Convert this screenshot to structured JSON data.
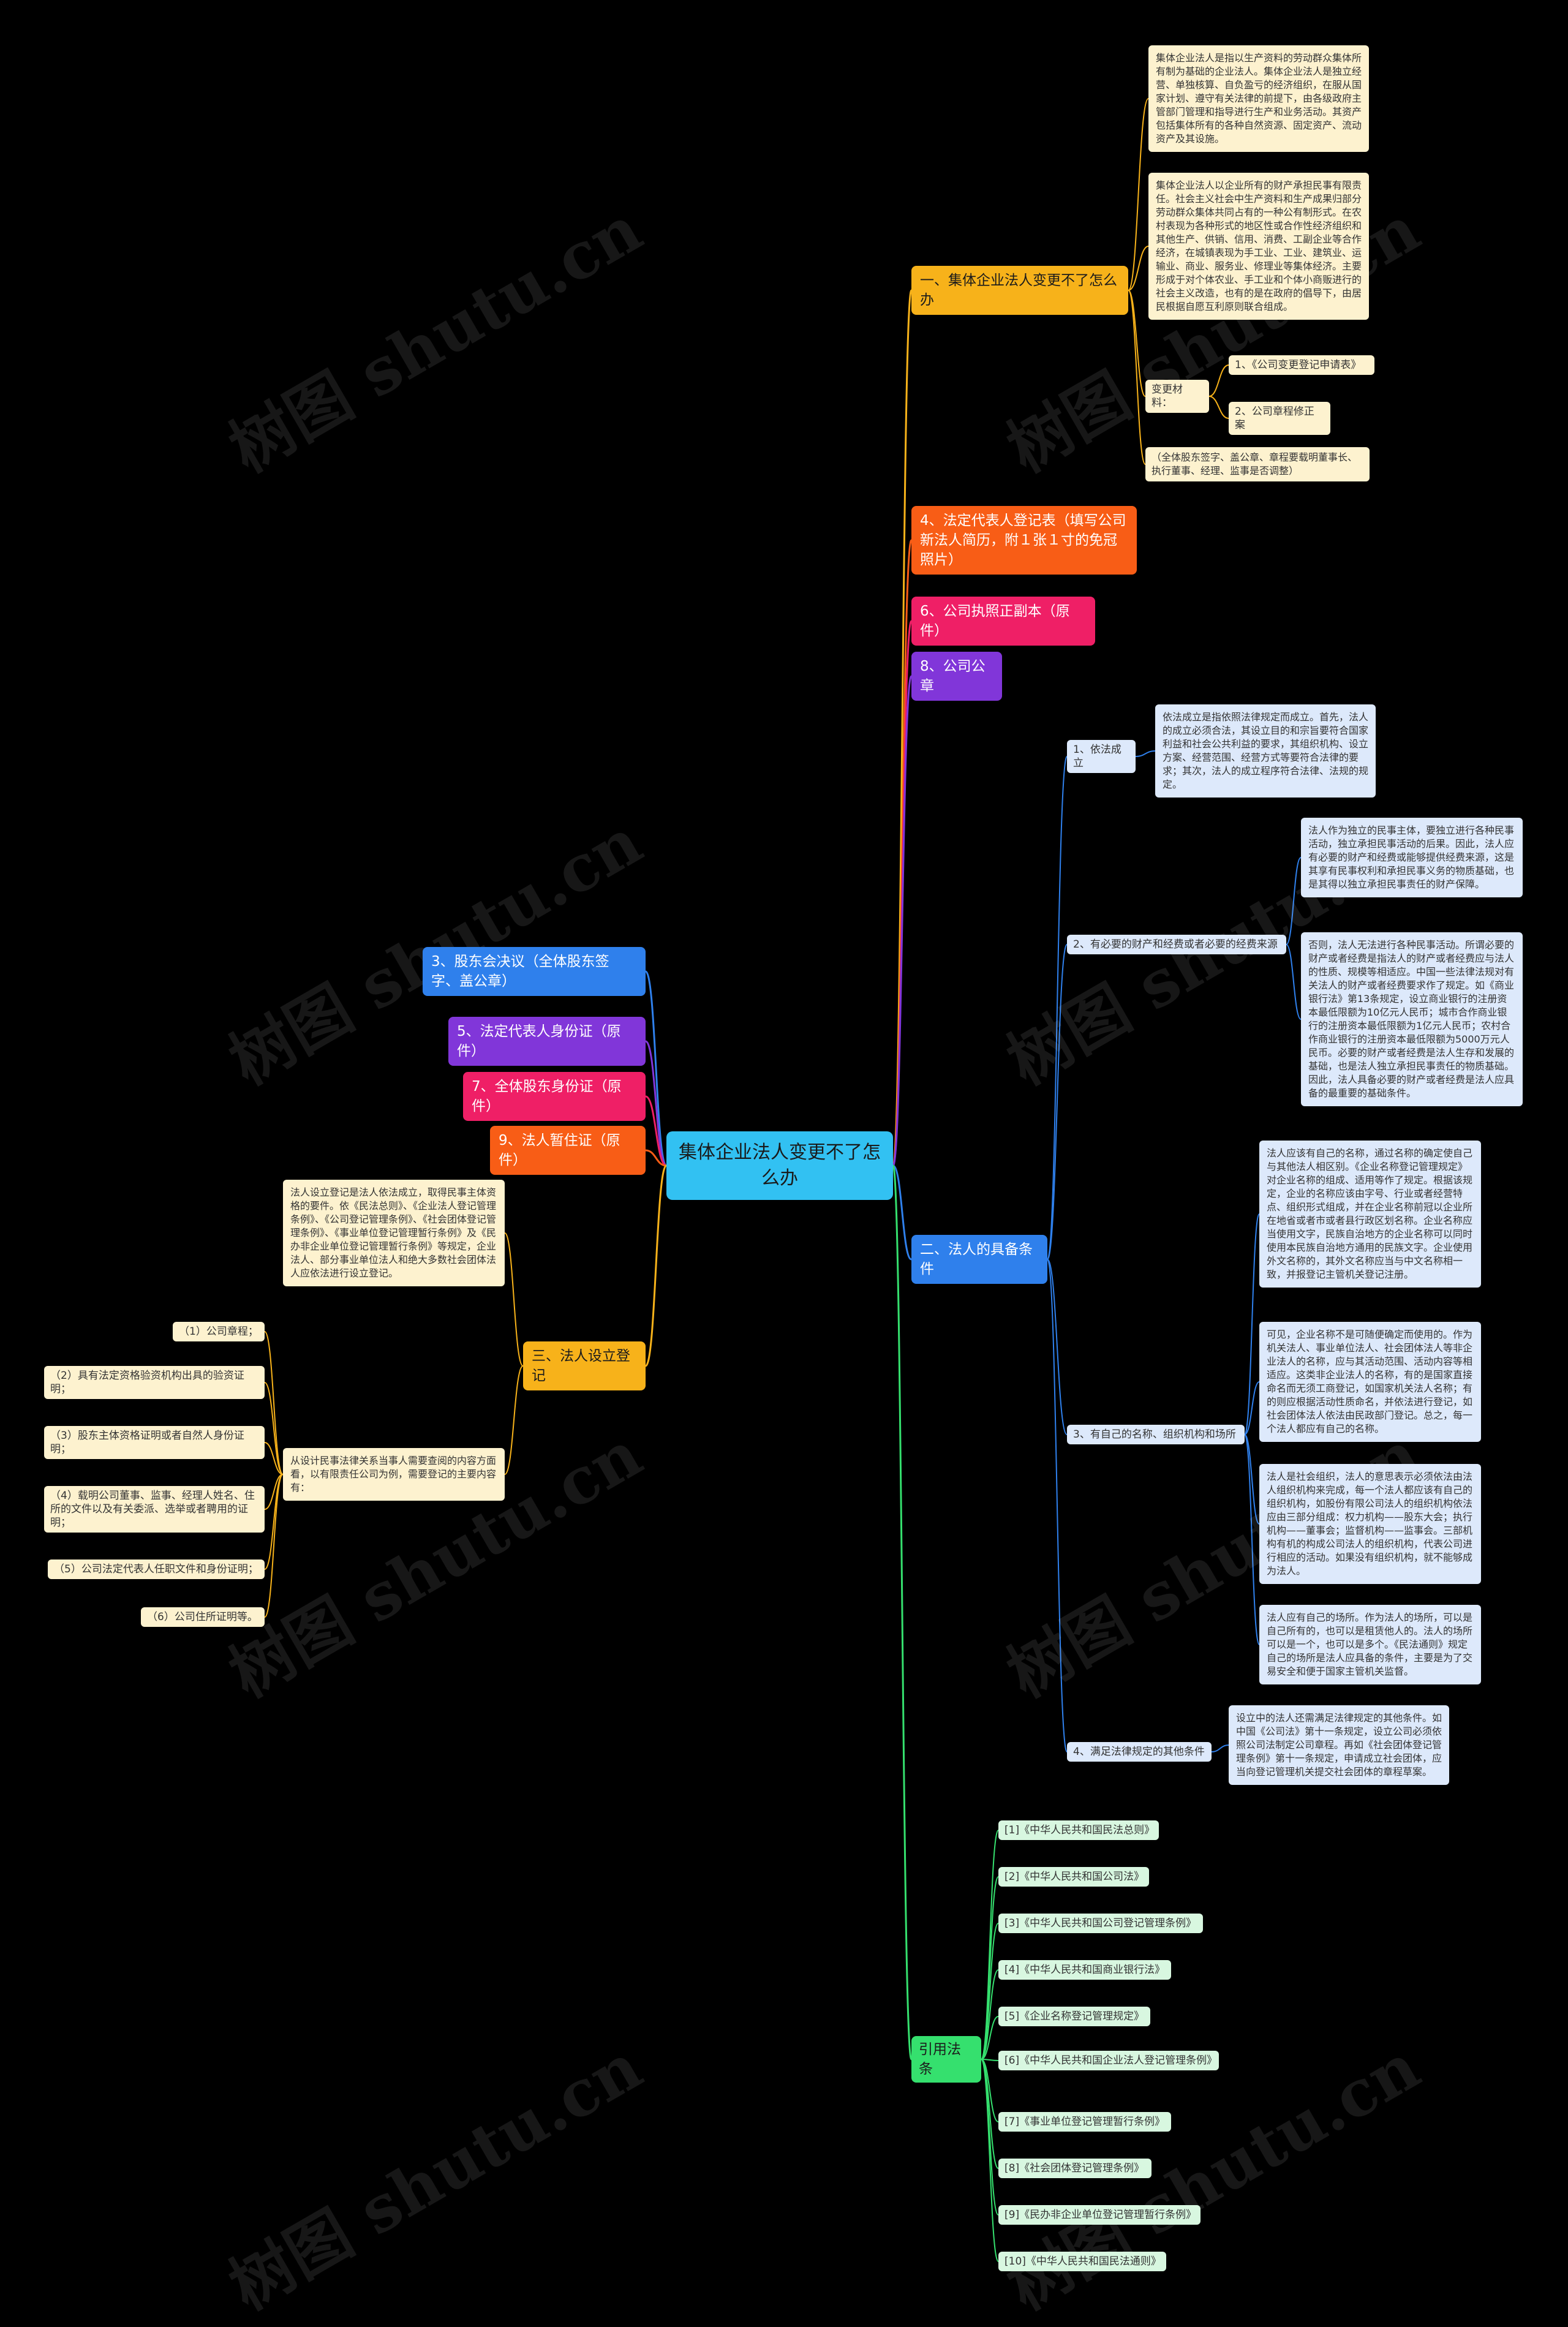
{
  "root": "集体企业法人变更不了怎么办",
  "branch1": {
    "title": "一、集体企业法人变更不了怎么办",
    "text1": "集体企业法人是指以生产资料的劳动群众集体所有制为基础的企业法人。集体企业法人是独立经营、单独核算、自负盈亏的经济组织，在服从国家计划、遵守有关法律的前提下，由各级政府主管部门管理和指导进行生产和业务活动。其资产包括集体所有的各种自然资源、固定资产、流动资产及其设施。",
    "text2": "集体企业法人以企业所有的财产承担民事有限责任。社会主义社会中生产资料和生产成果归部分劳动群众集体共同占有的一种公有制形式。在农村表现为各种形式的地区性或合作性经济组织和其他生产、供销、信用、消费、工副企业等合作经济，在城镇表现为手工业、工业、建筑业、运输业、商业、服务业、修理业等集体经济。主要形成于对个体农业、手工业和个体小商贩进行的社会主义改造，也有的是在政府的倡导下，由居民根据自愿互利原则联合组成。",
    "materials_label": "变更材料：",
    "material1": "1、《公司变更登记申请表》",
    "material2": "2、公司章程修正案",
    "text3": "（全体股东签字、盖公章、章程要载明董事长、执行董事、经理、监事是否调整）"
  },
  "branch4": "4、法定代表人登记表（填写公司新法人简历，附１张１寸的免冠照片）",
  "branch6": "6、公司执照正副本（原件）",
  "branch8": "8、公司公章",
  "branch2": {
    "title": "二、法人的具备条件",
    "c1": {
      "label": "1、依法成立",
      "text": "依法成立是指依照法律规定而成立。首先，法人的成立必须合法，其设立目的和宗旨要符合国家利益和社会公共利益的要求，其组织机构、设立方案、经营范围、经营方式等要符合法律的要求；其次，法人的成立程序符合法律、法规的规定。"
    },
    "c2": {
      "label": "2、有必要的财产和经费或者必要的经费来源",
      "text1": "法人作为独立的民事主体，要独立进行各种民事活动，独立承担民事活动的后果。因此，法人应有必要的财产和经费或能够提供经费来源，这是其享有民事权利和承担民事义务的物质基础，也是其得以独立承担民事责任的财产保障。",
      "text2": "否则，法人无法进行各种民事活动。所谓必要的财产或者经费是指法人的财产或者经费应与法人的性质、规模等相适应。中国一些法律法规对有关法人的财产或者经费要求作了规定。如《商业银行法》第13条规定，设立商业银行的注册资本最低限额为10亿元人民币；城市合作商业银行的注册资本最低限额为1亿元人民币；农村合作商业银行的注册资本最低限额为5000万元人民币。必要的财产或者经费是法人生存和发展的基础，也是法人独立承担民事责任的物质基础。因此，法人具备必要的财产或者经费是法人应具备的最重要的基础条件。"
    },
    "c3": {
      "label": "3、有自己的名称、组织机构和场所",
      "text1": "法人应该有自己的名称，通过名称的确定使自己与其他法人相区别。《企业名称登记管理规定》对企业名称的组成、适用等作了规定。根据该规定，企业的名称应该由字号、行业或者经营特点、组织形式组成，并在企业名称前冠以企业所在地省或者市或者县行政区划名称。企业名称应当使用文字，民族自治地方的企业名称可以同时使用本民族自治地方通用的民族文字。企业使用外文名称的，其外文名称应当与中文名称相一致，并报登记主管机关登记注册。",
      "text2": "可见，企业名称不是可随便确定而使用的。作为机关法人、事业单位法人、社会团体法人等非企业法人的名称，应与其活动范围、活动内容等相适应。这类非企业法人的名称，有的是国家直接命名而无须工商登记，如国家机关法人名称；有的则应根据活动性质命名，并依法进行登记，如社会团体法人依法由民政部门登记。总之，每一个法人都应有自己的名称。",
      "text3": "法人是社会组织，法人的意思表示必须依法由法人组织机构来完成，每一个法人都应该有自己的组织机构，如股份有限公司法人的组织机构依法应由三部分组成：权力机构——股东大会；执行机构——董事会；监督机构——监事会。三部机构有机的构成公司法人的组织机构，代表公司进行相应的活动。如果没有组织机构，就不能够成为法人。",
      "text4": "法人应有自己的场所。作为法人的场所，可以是自己所有的，也可以是租赁他人的。法人的场所可以是一个，也可以是多个。《民法通则》规定自己的场所是法人应具备的条件，主要是为了交易安全和便于国家主管机关监督。"
    },
    "c4": {
      "label": "4、满足法律规定的其他条件",
      "text": "设立中的法人还需满足法律规定的其他条件。如中国《公司法》第十一条规定，设立公司必须依照公司法制定公司章程。再如《社会团体登记管理条例》第十一条规定，申请成立社会团体，应当向登记管理机关提交社会团体的章程草案。"
    }
  },
  "refs": {
    "title": "引用法条",
    "items": [
      "[1]《中华人民共和国民法总则》",
      "[2]《中华人民共和国公司法》",
      "[3]《中华人民共和国公司登记管理条例》",
      "[4]《中华人民共和国商业银行法》",
      "[5]《企业名称登记管理规定》",
      "[6]《中华人民共和国企业法人登记管理条例》",
      "[7]《事业单位登记管理暂行条例》",
      "[8]《社会团体登记管理条例》",
      "[9]《民办非企业单位登记管理暂行条例》",
      "[10]《中华人民共和国民法通则》"
    ]
  },
  "left": {
    "b3": "3、股东会决议（全体股东签字、盖公章）",
    "b5": "5、法定代表人身份证（原件）",
    "b7": "7、全体股东身份证（原件）",
    "b9": "9、法人暂住证（原件）",
    "reg": {
      "title": "三、法人设立登记",
      "text1": "法人设立登记是法人依法成立，取得民事主体资格的要件。依《民法总则》、《企业法人登记管理条例》、《公司登记管理条例》、《社会团体登记管理条例》、《事业单位登记管理暂行条例》及《民办非企业单位登记管理暂行条例》等规定，企业法人、部分事业单位法人和绝大多数社会团体法人应依法进行设立登记。",
      "text2": "从设计民事法律关系当事人需要查阅的内容方面看，以有限责任公司为例，需要登记的主要内容有：",
      "items": [
        "（1）公司章程；",
        "（2）具有法定资格验资机构出具的验资证明；",
        "（3）股东主体资格证明或者自然人身份证明；",
        "（4）载明公司董事、监事、经理人姓名、住所的文件以及有关委派、选举或者聘用的证明；",
        "（5）公司法定代表人任职文件和身份证明；",
        "（6）公司住所证明等。"
      ]
    }
  },
  "watermark": "树图 shutu.cn",
  "colors": {
    "background": "#000000",
    "root": "#32c1f2",
    "orange": "#f7b21a",
    "dark_orange": "#f85d16",
    "pink": "#ef1f66",
    "purple": "#8136d9",
    "blue": "#2f80ec",
    "green": "#35e06e",
    "cream": "#fdf2cf",
    "light_blue": "#dde9fb",
    "light_green": "#d8f7e0"
  }
}
